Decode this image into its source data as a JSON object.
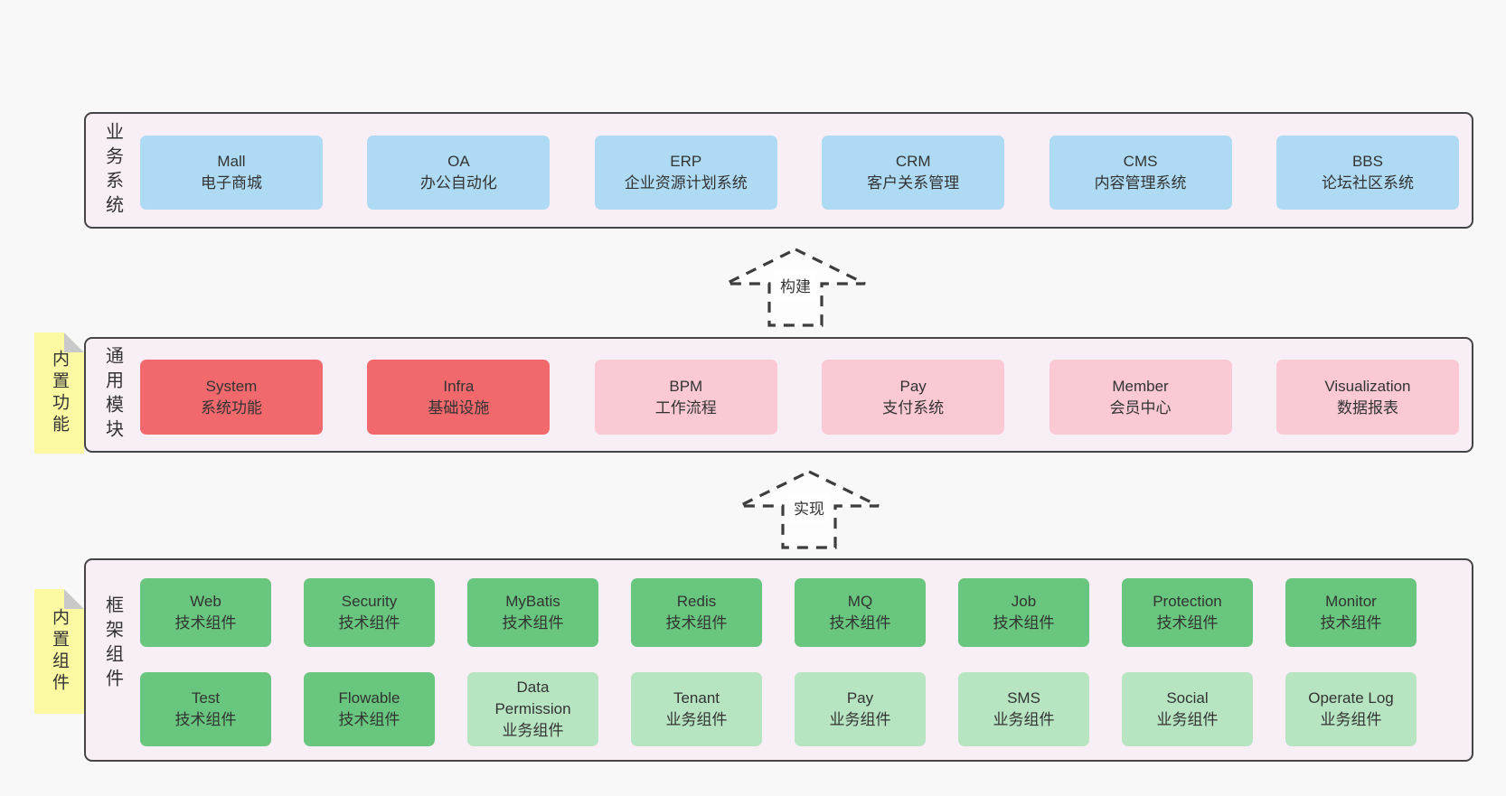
{
  "colors": {
    "page_background": "#f8f8f8",
    "panel_background": "#f8eef6",
    "panel_border": "#454545",
    "box_blue": "#aedaf3",
    "box_red": "#f1696d",
    "box_pink": "#fac9d3",
    "box_green": "#68c67e",
    "box_light_green": "#b8e5c1",
    "note_yellow": "#fcf9a3",
    "note_fold_gray": "#c9c9c9",
    "text": "#333333"
  },
  "arrows": [
    {
      "label": "构建"
    },
    {
      "label": "实现"
    }
  ],
  "panels": {
    "business": {
      "label": "业务系统",
      "boxes": [
        {
          "title": "Mall",
          "subtitle": "电子商城"
        },
        {
          "title": "OA",
          "subtitle": "办公自动化"
        },
        {
          "title": "ERP",
          "subtitle": "企业资源计划系统"
        },
        {
          "title": "CRM",
          "subtitle": "客户关系管理"
        },
        {
          "title": "CMS",
          "subtitle": "内容管理系统"
        },
        {
          "title": "BBS",
          "subtitle": "论坛社区系统"
        }
      ]
    },
    "modules": {
      "tag": "内置功能",
      "label": "通用模块",
      "boxes": [
        {
          "title": "System",
          "subtitle": "系统功能",
          "variant": "red"
        },
        {
          "title": "Infra",
          "subtitle": "基础设施",
          "variant": "red"
        },
        {
          "title": "BPM",
          "subtitle": "工作流程",
          "variant": "pink"
        },
        {
          "title": "Pay",
          "subtitle": "支付系统",
          "variant": "pink"
        },
        {
          "title": "Member",
          "subtitle": "会员中心",
          "variant": "pink"
        },
        {
          "title": "Visualization",
          "subtitle": "数据报表",
          "variant": "pink"
        }
      ]
    },
    "components": {
      "tag": "内置组件",
      "label": "框架组件",
      "row1": [
        {
          "title": "Web",
          "subtitle": "技术组件",
          "variant": "green"
        },
        {
          "title": "Security",
          "subtitle": "技术组件",
          "variant": "green"
        },
        {
          "title": "MyBatis",
          "subtitle": "技术组件",
          "variant": "green"
        },
        {
          "title": "Redis",
          "subtitle": "技术组件",
          "variant": "green"
        },
        {
          "title": "MQ",
          "subtitle": "技术组件",
          "variant": "green"
        },
        {
          "title": "Job",
          "subtitle": "技术组件",
          "variant": "green"
        },
        {
          "title": "Protection",
          "subtitle": "技术组件",
          "variant": "green"
        },
        {
          "title": "Monitor",
          "subtitle": "技术组件",
          "variant": "green"
        }
      ],
      "row2": [
        {
          "title": "Test",
          "subtitle": "技术组件",
          "variant": "green"
        },
        {
          "title": "Flowable",
          "subtitle": "技术组件",
          "variant": "green"
        },
        {
          "title": "Data Permission",
          "subtitle": "业务组件",
          "variant": "lightgreen"
        },
        {
          "title": "Tenant",
          "subtitle": "业务组件",
          "variant": "lightgreen"
        },
        {
          "title": "Pay",
          "subtitle": "业务组件",
          "variant": "lightgreen"
        },
        {
          "title": "SMS",
          "subtitle": "业务组件",
          "variant": "lightgreen"
        },
        {
          "title": "Social",
          "subtitle": "业务组件",
          "variant": "lightgreen"
        },
        {
          "title": "Operate Log",
          "subtitle": "业务组件",
          "variant": "lightgreen"
        }
      ]
    }
  }
}
